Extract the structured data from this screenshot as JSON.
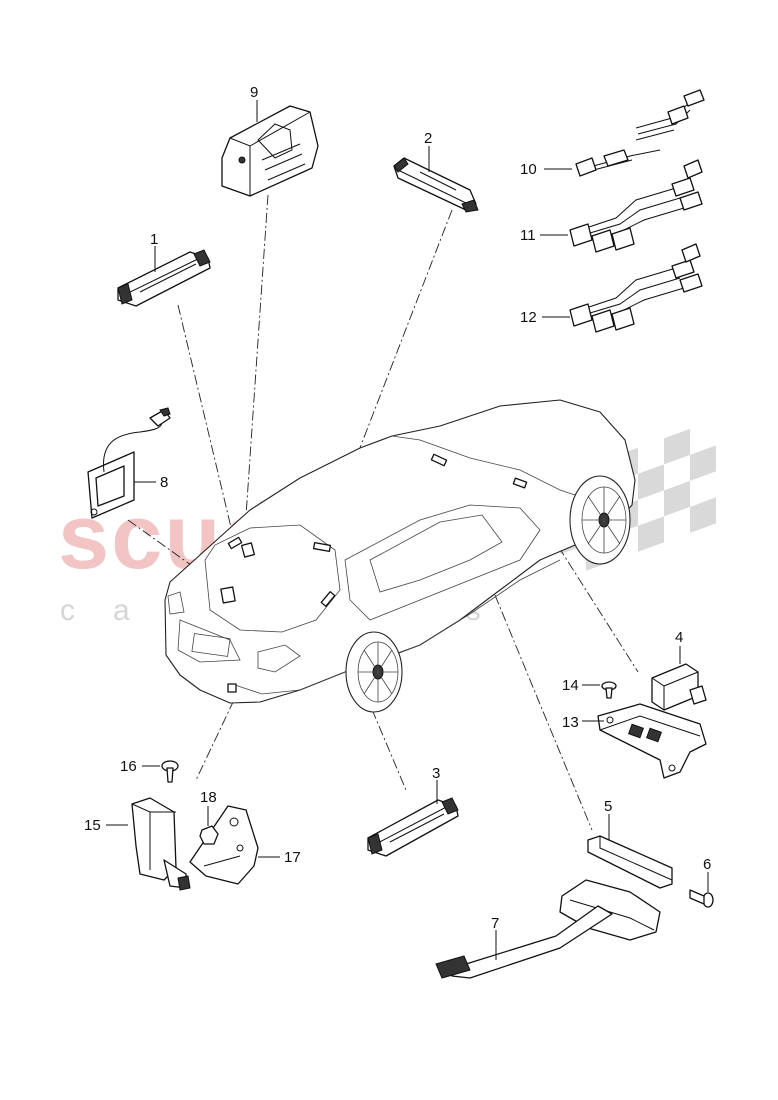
{
  "watermark": {
    "brand": "scuderia",
    "tagline": "car parts",
    "brand_color": "#f2c4c4",
    "checker_color": "#cfcfcf"
  },
  "callouts": {
    "c1": "1",
    "c2": "2",
    "c3": "3",
    "c4": "4",
    "c5": "5",
    "c6": "6",
    "c7": "7",
    "c8": "8",
    "c9": "9",
    "c10": "10",
    "c11": "11",
    "c12": "12",
    "c13": "13",
    "c14": "14",
    "c15": "15",
    "c16": "16",
    "c17": "17",
    "c18": "18"
  }
}
